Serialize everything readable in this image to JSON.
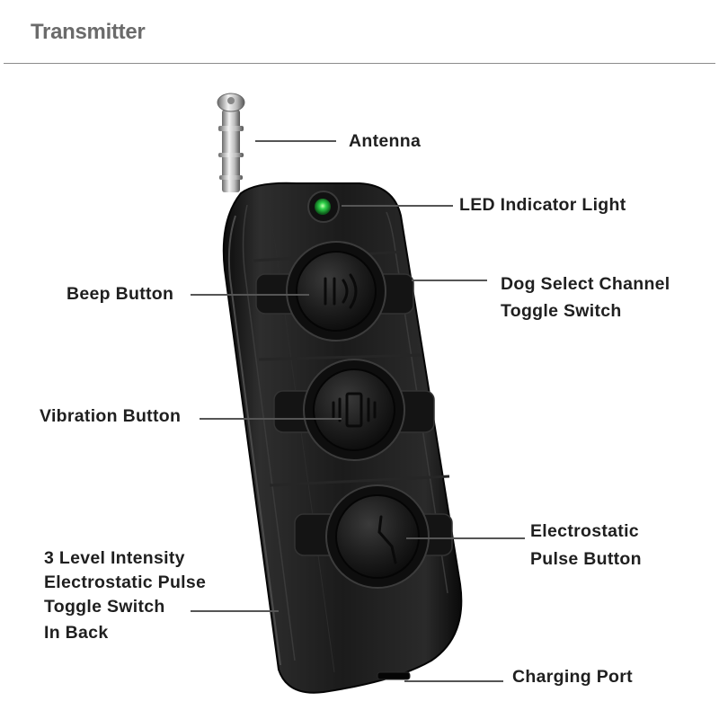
{
  "header": {
    "title": "Transmitter"
  },
  "labels": {
    "antenna": "Antenna",
    "led": "LED Indicator Light",
    "beep": "Beep Button",
    "dog_select_1": "Dog Select Channel",
    "dog_select_2": "Toggle Switch",
    "vibration": "Vibration Button",
    "electro_1": "Electrostatic",
    "electro_2": "Pulse Button",
    "intensity_1": "3 Level Intensity",
    "intensity_2": "Electrostatic Pulse",
    "intensity_3": "Toggle Switch",
    "intensity_4": "In Back",
    "charging": "Charging Port"
  },
  "colors": {
    "body": "#1a1a1a",
    "led": "#2fd24a",
    "accent_text": "#1f1f1f",
    "header_text": "#6b6b6b"
  },
  "icons": {
    "beep": "sound-wave-icon",
    "vibration": "vibration-icon",
    "pulse": "lightning-bolt-icon"
  }
}
